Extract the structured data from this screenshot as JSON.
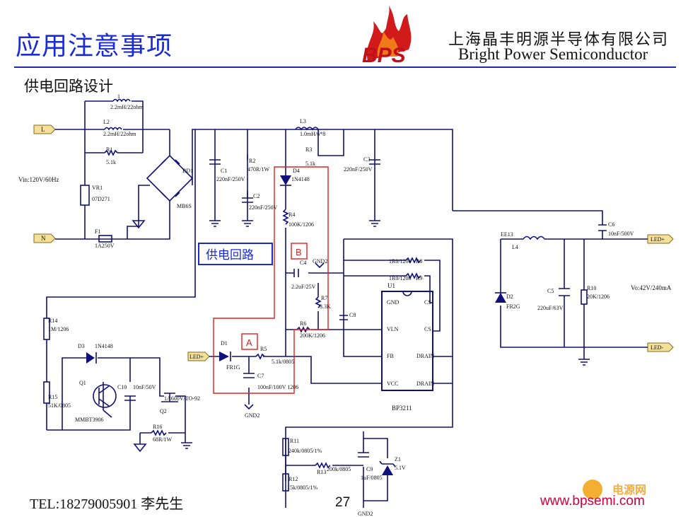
{
  "title": "应用注意事项",
  "subtitle": "供电回路设计",
  "company": {
    "name_cn": "上海晶丰明源半导体有限公司",
    "name_en": "Bright Power Semiconductor",
    "logo_text": "BPS"
  },
  "footer": {
    "contact": "TEL:18279005901   李先生",
    "page": "27",
    "website": "www.bpsemi.com",
    "watermark": "电源网"
  },
  "schematic": {
    "terminals": {
      "l": "L",
      "n": "N",
      "led_in": "LED+",
      "led_plus": "LED+",
      "led_minus": "LED-"
    },
    "vin": "Vin:120V/60Hz",
    "vout": "Vo:42V/240mA",
    "supply_box_label": "供电回路",
    "marker_a": "A",
    "marker_b": "B",
    "ic": {
      "ref": "U1",
      "part": "BP3211",
      "pins_left": [
        "GND",
        "VLN",
        "FB",
        "VCC"
      ],
      "pins_right": [
        "CS",
        "CS",
        "DRAIN",
        "DRAIN"
      ]
    },
    "components": {
      "l1": "1",
      "l1_val": "2.2mH/22ohm",
      "l2": "L2",
      "l2_val": "2.2mH/22ohm",
      "r1": "R1",
      "r1_val": "5.1k",
      "vr1": "VR1",
      "vr1_val": "07D271",
      "f1": "F1",
      "f1_val": "1A250V",
      "bd1": "BD1",
      "bd1_val": "MB6S",
      "c1": "C1",
      "c1_val": "220nF/250V",
      "r2": "R2",
      "r2_val": "470R/1W",
      "c2": "C2",
      "c2_val": "220nF/250V",
      "l3": "L3",
      "l3_val": "1.0mH/6*8",
      "r3": "R3",
      "r3_val": "5.1k",
      "d4": "D4",
      "d4_val": "1N4148",
      "r4": "R4",
      "r4_val": "100K/1206",
      "c3": "C3",
      "c3_val": "220nF/250V",
      "c4": "C4",
      "c4_val": "2.2uF/25V",
      "gnd2": "GND2",
      "r7": "R7",
      "r7_val": "3.3K",
      "r6": "R6",
      "r6_val": "200K/1206",
      "c8": "C8",
      "r8": "R8",
      "r8_val": "1R0/1206",
      "r9": "R9",
      "r9_val": "1R0/1206",
      "c6": "C6",
      "c6_val": "10nF/500V",
      "ee13": "EE13",
      "l4": "L4",
      "d2": "D2",
      "d2_val": "FR2G",
      "c5": "C5",
      "c5_val": "220uF/63V",
      "r10": "R10",
      "r10_val": "20K/1206",
      "r14": "R14",
      "r14_val": "1M/1206",
      "d3": "D3",
      "d3_val": "1N4148",
      "q1": "Q1",
      "q1_val": "MMBT3906",
      "c10": "C10",
      "c10_val": "10nF/50V",
      "q2": "Q2",
      "q2_val": "1A600V/TO-92",
      "r15": "R15",
      "r15_val": "51K/0805",
      "r16": "R16",
      "r16_val": "68R/1W",
      "d1": "D1",
      "d1_val": "FR1G",
      "r5": "R5",
      "r5_val": "5.1k/0805",
      "c7": "C7",
      "c7_val": "100nF/100V 1206",
      "r11": "R11",
      "r11_val": "240k/0805/1%",
      "r12": "R12",
      "r12_val": "15k/0805/1%",
      "r13": "R13",
      "r13_val": "200k/0805",
      "c9": "C9",
      "c9_val": "1uF/0805",
      "z1": "Z1",
      "z1_val": "5.1V"
    }
  }
}
